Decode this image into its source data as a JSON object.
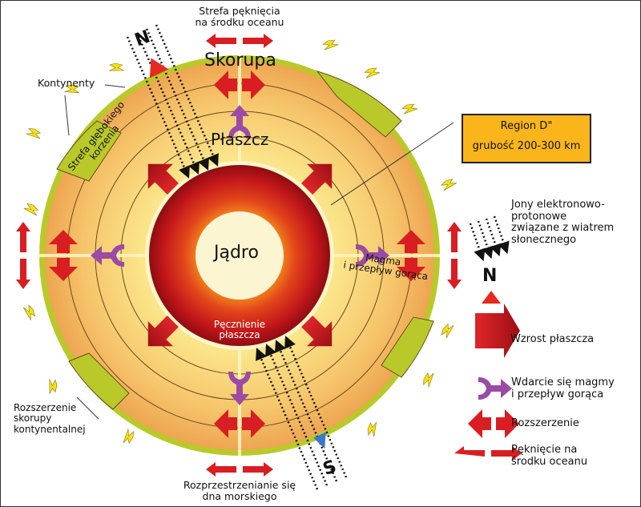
{
  "diagram": {
    "top_label": [
      "Strefa pęknięcia",
      "na środku oceanu"
    ],
    "bottom_label": [
      "Rozprzestrzenianie się",
      "dna morskiego"
    ],
    "continents_label": "Kontynenty",
    "deep_root_label": [
      "Strefa głębokiego",
      "korzenia"
    ],
    "crust_label": "Skorupa",
    "mantle_label": "Płaszcz",
    "core_label": "Jądro",
    "mantle_swelling_label": [
      "Pęcznienie",
      "płaszcza"
    ],
    "magma_label": [
      "Magma",
      "i przepływ gorąca"
    ],
    "continental_crust_label": [
      "Rozszerzenie",
      "skorupy",
      "kontynentalnej"
    ],
    "north_label": "N",
    "south_label": "S",
    "region_box": {
      "line1": "Region D\"",
      "line2": "grubość 200-300 km"
    },
    "colors": {
      "crust_green": "#b9c92a",
      "mantle_orange": "#f0b15a",
      "mantle_yellow": "#fbe58a",
      "core_red": "#c0141a",
      "core_inner": "#fbf5d2",
      "arrow_red": "#c8161d",
      "magma_purple": "#9b4aa6",
      "region_box": "#f9b51a",
      "north_red": "#e52a1f",
      "south_blue": "#3a78c8"
    }
  },
  "legend": {
    "items": [
      {
        "icon": "solar-wind-dotted-arrows",
        "label": [
          "Jony elektronowo-",
          "protonowe",
          "związane z wiatrem",
          "słonecznego"
        ]
      },
      {
        "icon": "north-marker",
        "label": [
          "N"
        ]
      },
      {
        "icon": "mantle-growth-arrow",
        "label": [
          "Wzrost płaszcza"
        ]
      },
      {
        "icon": "magma-intrusion-arrow",
        "label": [
          "Wdarcie się magmy",
          "i przepływ gorąca"
        ]
      },
      {
        "icon": "expansion-double-arrow",
        "label": [
          "Rozszerzenie"
        ]
      },
      {
        "icon": "ocean-rift-arrows",
        "label": [
          "Pęknięcie na",
          "środku oceanu"
        ]
      }
    ]
  }
}
